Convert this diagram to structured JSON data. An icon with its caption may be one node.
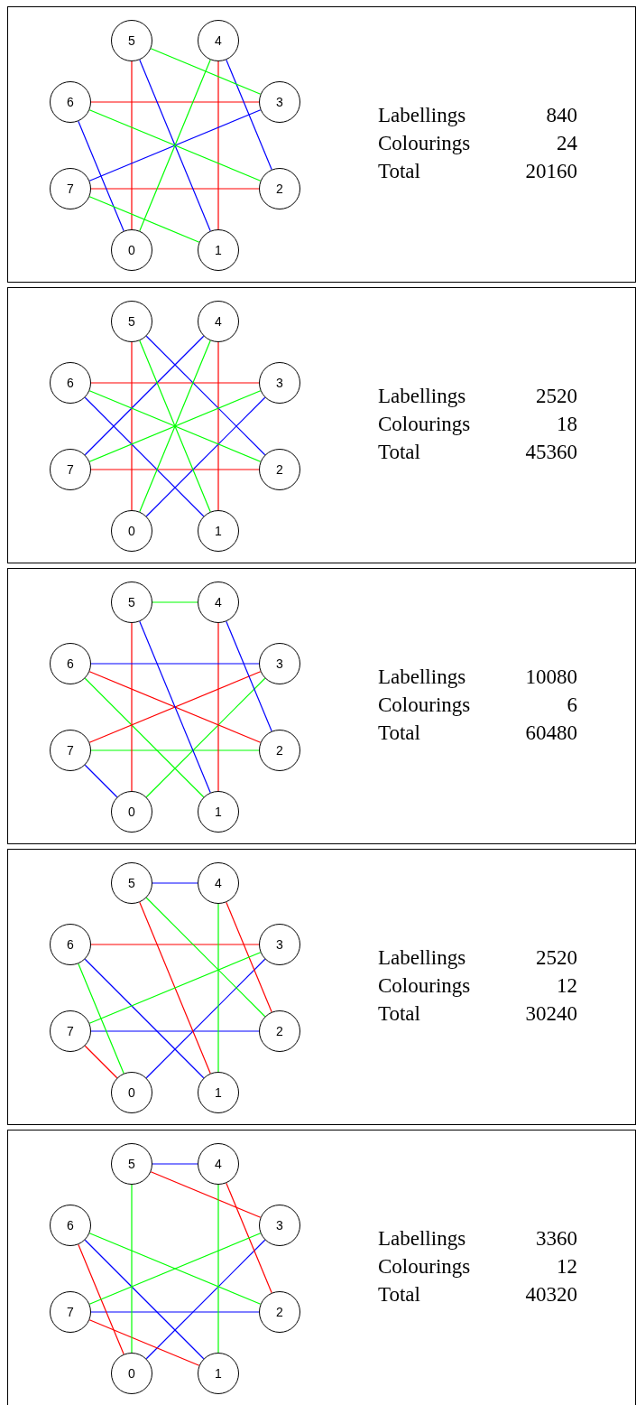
{
  "diagram": {
    "nodes": [
      {
        "text": [
          "Labellings",
          "840",
          "Colourings",
          "24",
          "Total",
          "20160"
        ]
      },
      {
        "text": [
          "5"
        ],
        "in": 0
      },
      {
        "text": [
          "4"
        ],
        "in": 0
      },
      {
        "text": [
          "6"
        ],
        "in": 0
      },
      {
        "text": [
          "3"
        ],
        "in": 0
      },
      {
        "text": [
          "7"
        ],
        "in": 0
      },
      {
        "text": [
          "2"
        ],
        "in": 0
      },
      {
        "text": [
          "0"
        ],
        "in": 0
      },
      {
        "text": [
          "1"
        ],
        "in": 0
      },
      {
        "text": [
          "Labellings",
          "2520",
          "Colourings",
          "18",
          "Total",
          "45360"
        ]
      },
      {
        "text": [
          "5"
        ],
        "in": 9
      },
      {
        "text": [
          "4"
        ],
        "in": 9
      },
      {
        "text": [
          "6"
        ],
        "in": 9
      },
      {
        "text": [
          "3"
        ],
        "in": 9
      },
      {
        "text": [
          "7"
        ],
        "in": 9
      },
      {
        "text": [
          "2"
        ],
        "in": 9
      },
      {
        "text": [
          "0"
        ],
        "in": 9
      },
      {
        "text": [
          "1"
        ],
        "in": 9
      },
      {
        "text": [
          "Labellings",
          "10080",
          "Colourings",
          "6",
          "Total",
          "60480"
        ]
      },
      {
        "text": [
          "5"
        ],
        "in": 18
      },
      {
        "text": [
          "4"
        ],
        "in": 18
      },
      {
        "text": [
          "6"
        ],
        "in": 18
      },
      {
        "text": [
          "3"
        ],
        "in": 18
      },
      {
        "text": [
          "7"
        ],
        "in": 18
      },
      {
        "text": [
          "2"
        ],
        "in": 18
      },
      {
        "text": [
          "0"
        ],
        "in": 18
      },
      {
        "text": [
          "1"
        ],
        "in": 18
      },
      {
        "text": [
          "Labellings",
          "2520",
          "Colourings",
          "12",
          "Total",
          "30240"
        ]
      },
      {
        "text": [
          "5"
        ],
        "in": 27
      },
      {
        "text": [
          "4"
        ],
        "in": 27
      },
      {
        "text": [
          "6"
        ],
        "in": 27
      },
      {
        "text": [
          "3"
        ],
        "in": 27
      },
      {
        "text": [
          "7"
        ],
        "in": 27
      },
      {
        "text": [
          "2"
        ],
        "in": 27
      },
      {
        "text": [
          "0"
        ],
        "in": 27
      },
      {
        "text": [
          "1"
        ],
        "in": 27
      },
      {
        "text": [
          "Labellings",
          "3360",
          "Colourings",
          "12",
          "Total",
          "40320"
        ]
      },
      {
        "text": [
          "5"
        ],
        "in": 36
      },
      {
        "text": [
          "4"
        ],
        "in": 36
      },
      {
        "text": [
          "6"
        ],
        "in": 36
      },
      {
        "text": [
          "3"
        ],
        "in": 36
      },
      {
        "text": [
          "7"
        ],
        "in": 36
      },
      {
        "text": [
          "2"
        ],
        "in": 36
      },
      {
        "text": [
          "0"
        ],
        "in": 36
      },
      {
        "text": [
          "1"
        ],
        "in": 36
      }
    ],
    "edges": [
      {
        "from": 1,
        "to": 7,
        "arrow": "none",
        "color": "#ff0000"
      },
      {
        "from": 2,
        "to": 8,
        "arrow": "none",
        "color": "#ff0000"
      },
      {
        "from": 3,
        "to": 4,
        "arrow": "none",
        "color": "#ff0000"
      },
      {
        "from": 5,
        "to": 6,
        "arrow": "none",
        "color": "#ff0000"
      },
      {
        "from": 1,
        "to": 8,
        "arrow": "none",
        "color": "#0000ff"
      },
      {
        "from": 2,
        "to": 6,
        "arrow": "none",
        "color": "#0000ff"
      },
      {
        "from": 3,
        "to": 7,
        "arrow": "none",
        "color": "#0000ff"
      },
      {
        "from": 5,
        "to": 4,
        "arrow": "none",
        "color": "#0000ff"
      },
      {
        "from": 1,
        "to": 4,
        "arrow": "none",
        "color": "#00ff00"
      },
      {
        "from": 2,
        "to": 7,
        "arrow": "none",
        "color": "#00ff00"
      },
      {
        "from": 3,
        "to": 6,
        "arrow": "none",
        "color": "#00ff00"
      },
      {
        "from": 5,
        "to": 8,
        "arrow": "none",
        "color": "#00ff00"
      },
      {
        "from": 10,
        "to": 16,
        "arrow": "none",
        "color": "#ff0000"
      },
      {
        "from": 11,
        "to": 17,
        "arrow": "none",
        "color": "#ff0000"
      },
      {
        "from": 12,
        "to": 13,
        "arrow": "none",
        "color": "#ff0000"
      },
      {
        "from": 14,
        "to": 15,
        "arrow": "none",
        "color": "#ff0000"
      },
      {
        "from": 10,
        "to": 15,
        "arrow": "none",
        "color": "#0000ff"
      },
      {
        "from": 11,
        "to": 14,
        "arrow": "none",
        "color": "#0000ff"
      },
      {
        "from": 12,
        "to": 17,
        "arrow": "none",
        "color": "#0000ff"
      },
      {
        "from": 13,
        "to": 16,
        "arrow": "none",
        "color": "#0000ff"
      },
      {
        "from": 10,
        "to": 17,
        "arrow": "none",
        "color": "#00ff00"
      },
      {
        "from": 11,
        "to": 16,
        "arrow": "none",
        "color": "#00ff00"
      },
      {
        "from": 12,
        "to": 15,
        "arrow": "none",
        "color": "#00ff00"
      },
      {
        "from": 13,
        "to": 14,
        "arrow": "none",
        "color": "#00ff00"
      },
      {
        "from": 19,
        "to": 20,
        "arrow": "none",
        "color": "#00ff00"
      },
      {
        "from": 23,
        "to": 24,
        "arrow": "none",
        "color": "#00ff00"
      },
      {
        "from": 21,
        "to": 26,
        "arrow": "none",
        "color": "#00ff00"
      },
      {
        "from": 22,
        "to": 25,
        "arrow": "none",
        "color": "#00ff00"
      },
      {
        "from": 19,
        "to": 25,
        "arrow": "none",
        "color": "#ff0000"
      },
      {
        "from": 20,
        "to": 26,
        "arrow": "none",
        "color": "#ff0000"
      },
      {
        "from": 21,
        "to": 24,
        "arrow": "none",
        "color": "#ff0000"
      },
      {
        "from": 23,
        "to": 22,
        "arrow": "none",
        "color": "#ff0000"
      },
      {
        "from": 19,
        "to": 26,
        "arrow": "none",
        "color": "#0000ff"
      },
      {
        "from": 20,
        "to": 24,
        "arrow": "none",
        "color": "#0000ff"
      },
      {
        "from": 21,
        "to": 22,
        "arrow": "none",
        "color": "#0000ff"
      },
      {
        "from": 23,
        "to": 25,
        "arrow": "none",
        "color": "#0000ff"
      },
      {
        "from": 28,
        "to": 29,
        "arrow": "none",
        "color": "#0000ff"
      },
      {
        "from": 30,
        "to": 35,
        "arrow": "none",
        "color": "#0000ff"
      },
      {
        "from": 32,
        "to": 33,
        "arrow": "none",
        "color": "#0000ff"
      },
      {
        "from": 31,
        "to": 34,
        "arrow": "none",
        "color": "#0000ff"
      },
      {
        "from": 28,
        "to": 35,
        "arrow": "none",
        "color": "#ff0000"
      },
      {
        "from": 29,
        "to": 33,
        "arrow": "none",
        "color": "#ff0000"
      },
      {
        "from": 30,
        "to": 31,
        "arrow": "none",
        "color": "#ff0000"
      },
      {
        "from": 32,
        "to": 34,
        "arrow": "none",
        "color": "#ff0000"
      },
      {
        "from": 28,
        "to": 33,
        "arrow": "none",
        "color": "#00ff00"
      },
      {
        "from": 29,
        "to": 35,
        "arrow": "none",
        "color": "#00ff00"
      },
      {
        "from": 32,
        "to": 31,
        "arrow": "none",
        "color": "#00ff00"
      },
      {
        "from": 30,
        "to": 34,
        "arrow": "none",
        "color": "#00ff00"
      },
      {
        "from": 37,
        "to": 38,
        "arrow": "none",
        "color": "#0000ff"
      },
      {
        "from": 39,
        "to": 44,
        "arrow": "none",
        "color": "#0000ff"
      },
      {
        "from": 41,
        "to": 42,
        "arrow": "none",
        "color": "#0000ff"
      },
      {
        "from": 40,
        "to": 43,
        "arrow": "none",
        "color": "#0000ff"
      },
      {
        "from": 37,
        "to": 40,
        "arrow": "none",
        "color": "#ff0000"
      },
      {
        "from": 38,
        "to": 42,
        "arrow": "none",
        "color": "#ff0000"
      },
      {
        "from": 39,
        "to": 43,
        "arrow": "none",
        "color": "#ff0000"
      },
      {
        "from": 41,
        "to": 44,
        "arrow": "none",
        "color": "#ff0000"
      },
      {
        "from": 37,
        "to": 43,
        "arrow": "none",
        "color": "#00ff00"
      },
      {
        "from": 38,
        "to": 44,
        "arrow": "none",
        "color": "#00ff00"
      },
      {
        "from": 39,
        "to": 42,
        "arrow": "none",
        "color": "#00ff00"
      },
      {
        "from": 41,
        "to": 40,
        "arrow": "none",
        "color": "#00ff00"
      }
    ]
  }
}
